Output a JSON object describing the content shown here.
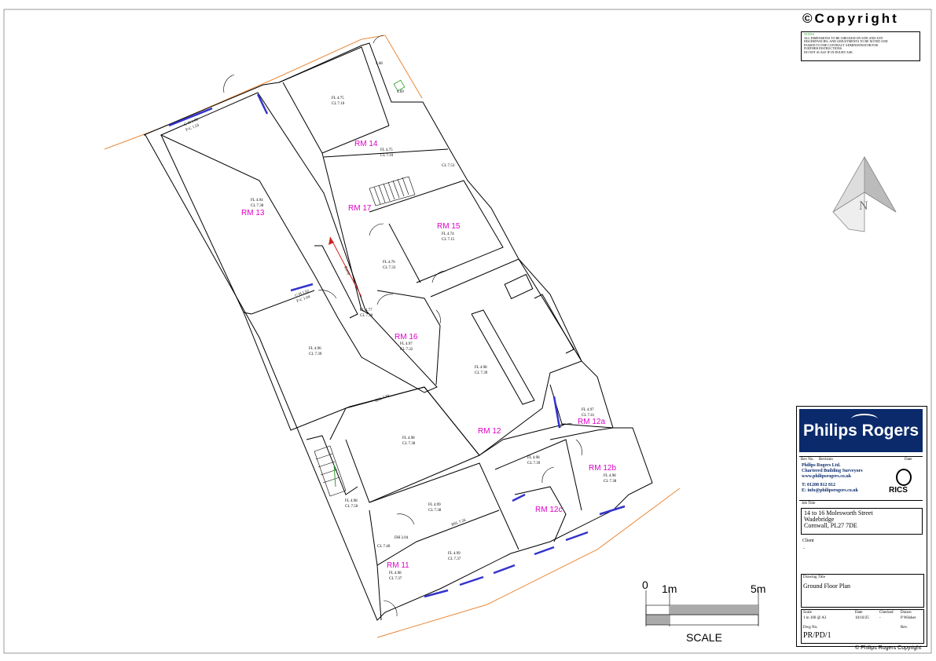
{
  "header": {
    "copyright": "©Copyright",
    "notes_title": "NOTES",
    "notes_lines": [
      "ALL DIMENSIONS TO BE CHECKED ON SITE AND ANY",
      "DISCREPANCIES, AND ADJUSTMENTS TO BE NOTED AND",
      "PASSED TO THE CONTRACT ADMINISTRATOR FOR",
      "FURTHER INSTRUCTIONS.",
      "DO NOT SCALE IF IN DOUBT ASK"
    ]
  },
  "rooms": [
    {
      "id": "RM 13",
      "fl": "FL 4.94",
      "cl": "CL 7.38"
    },
    {
      "id": "RM 14",
      "fl": "FL 4.75",
      "cl": "CL 7.10"
    },
    {
      "id": "RM 17",
      "fl": "FL 4.76",
      "cl": "CL 7.33"
    },
    {
      "id": "RM 15",
      "fl": "FL 4.74",
      "cl": "CL 7.15"
    },
    {
      "id": "RM 16",
      "fl": "FL 4.97",
      "cl": "CL 7.32"
    },
    {
      "id": "RM 12",
      "fl": "FL 4.98",
      "cl": "CL 7.39"
    },
    {
      "id": "RM 12a",
      "fl": "FL 4.97",
      "cl": "CL 7.41"
    },
    {
      "id": "RM 12b",
      "fl": "FL 4.98",
      "cl": "CL 7.38"
    },
    {
      "id": "RM 12c",
      "fl": "FL 4.98",
      "cl": "CL 7.39"
    },
    {
      "id": "RM 11",
      "fl": "FL 4.98",
      "cl": "CL 7.37"
    }
  ],
  "extra_labels": {
    "fl_475_cl_710": [
      "FL 4.75",
      "CL 7.10"
    ],
    "fl_496_cl_739": [
      "FL 4.96",
      "CL 7.39"
    ],
    "fl_498_cl_738": [
      "FL 4.98",
      "CL 7.38"
    ],
    "fl_499_cl_738": [
      "FL 4.99",
      "CL 7.38"
    ],
    "fl_499_cl_737": [
      "FL 4.99",
      "CL 7.37"
    ],
    "fl_477_cl_738": [
      "FL 4.77",
      "CL 7.38"
    ],
    "fl_498_cl_750": [
      "FL 4.98",
      "CL 7.50"
    ],
    "cl_753": "CL 7.53",
    "cl_740": "CL 7.40",
    "ch_fc_1": [
      "C-H 1.00",
      "F-C 1.53"
    ],
    "ch_fc_2": [
      "C-H 1.52",
      "F-C 1.04"
    ],
    "bsl_734": "BSL 7.34",
    "bsl_726": "BSL 7.26",
    "dh_204": "DH 2.04",
    "ramp": "Ramp",
    "level_468": "4.68",
    "level_469": "4.69"
  },
  "title_block": {
    "firm_logo": "Philips Rogers",
    "rev_header": [
      "Rev No.",
      "Revision",
      "Date"
    ],
    "firm_lines": [
      "Philips Rogers Ltd.",
      "Chartered Building Surveyors",
      "www.philipsrogers.co.uk",
      "T: 01208 812 812",
      "E: info@philipsrogers.co.uk"
    ],
    "rics": "RICS",
    "job_title_label": "Job Title",
    "job_title": [
      "14 to 16 Molesworth Street",
      "Wadebridge",
      "Cornwall, PL27 7DE"
    ],
    "client_label": "Client",
    "client": "-",
    "drawing_title_label": "Drawing Title",
    "drawing_title": "Ground Floor Plan",
    "scale_label": "Scale",
    "scale_value": "1 in 100 @ A3",
    "date_label": "Date",
    "date_value": "10/10/25",
    "checked_label": "Checked",
    "checked_value": "-",
    "drawn_label": "Drawn",
    "drawn_value": "P Wilsher",
    "dwg_no_label": "Dwg No.",
    "dwg_no": "PR/PD/1",
    "rev_label": "Rev."
  },
  "scale_bar": {
    "zero": "0",
    "one": "1m",
    "five": "5m",
    "label": "SCALE"
  },
  "footer": "© Philips Rogers Copyright",
  "colors": {
    "room_label": "#e000c8",
    "boundary": "#e8893a",
    "window": "#3333cc",
    "logo_bg": "#0a2a6b",
    "arrow": "#d42020"
  }
}
